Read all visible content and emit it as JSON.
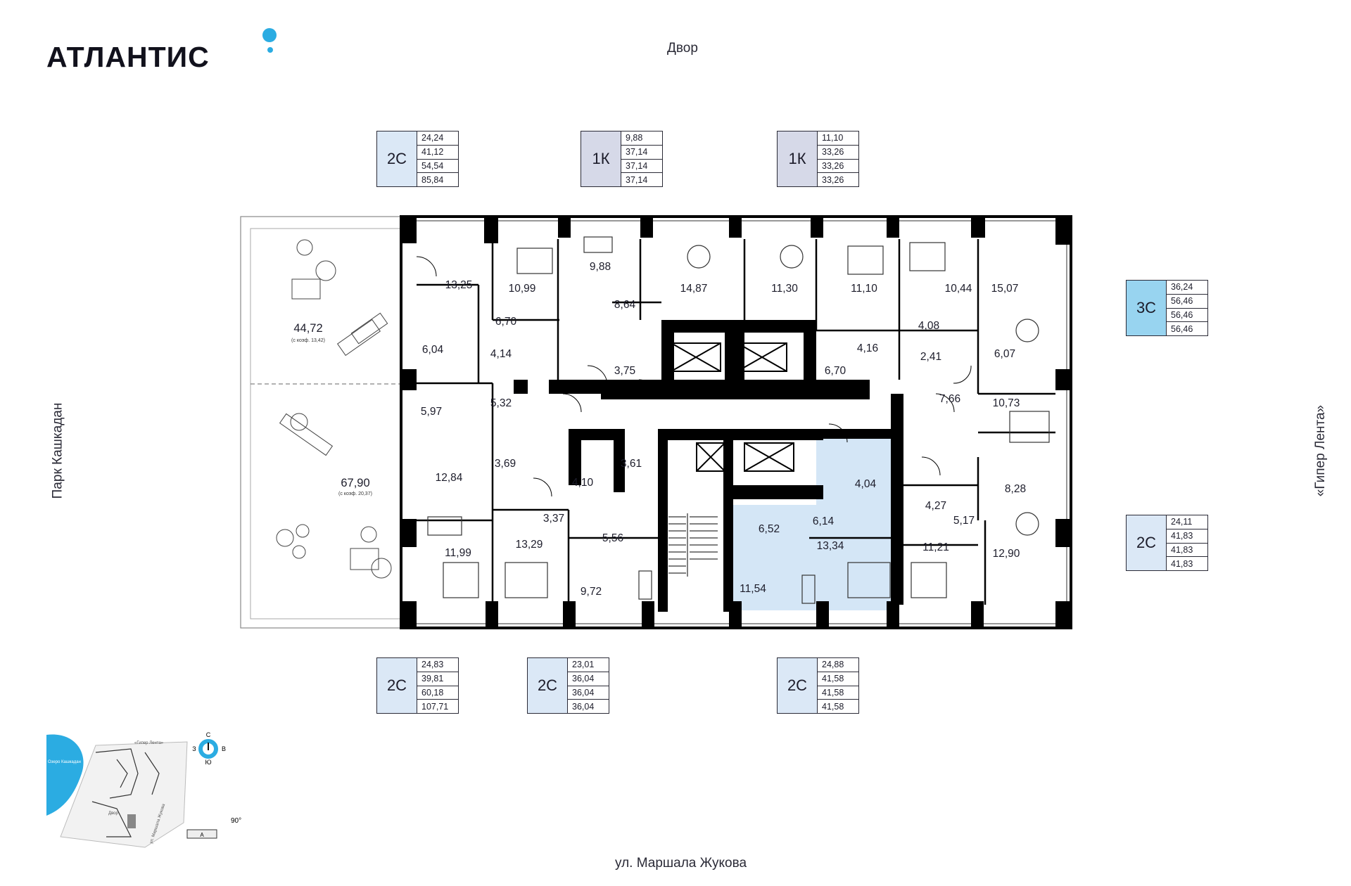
{
  "brand": {
    "name": "АТЛАНТИС"
  },
  "streets": {
    "top": "Двор",
    "bottom": "ул. Маршала Жукова",
    "left": "Парк Кашкадан",
    "right": "«Гипер Лента»"
  },
  "apartment_cards": [
    {
      "code": "2С",
      "values": [
        "24,24",
        "41,12",
        "54,54",
        "85,84"
      ],
      "color": "c2"
    },
    {
      "code": "1К",
      "values": [
        "9,88",
        "37,14",
        "37,14",
        "37,14"
      ],
      "color": "c1"
    },
    {
      "code": "1К",
      "values": [
        "11,10",
        "33,26",
        "33,26",
        "33,26"
      ],
      "color": "c1"
    },
    {
      "code": "3С",
      "values": [
        "36,24",
        "56,46",
        "56,46",
        "56,46"
      ],
      "color": "c3"
    },
    {
      "code": "2С",
      "values": [
        "24,11",
        "41,83",
        "41,83",
        "41,83"
      ],
      "color": "c2"
    },
    {
      "code": "2С",
      "values": [
        "24,83",
        "39,81",
        "60,18",
        "107,71"
      ],
      "color": "c2"
    },
    {
      "code": "2С",
      "values": [
        "23,01",
        "36,04",
        "36,04",
        "36,04"
      ],
      "color": "c2"
    },
    {
      "code": "2С",
      "values": [
        "24,88",
        "41,58",
        "41,58",
        "41,58"
      ],
      "color": "c2"
    }
  ],
  "terraces": [
    {
      "area": "44,72",
      "note": "(с коэф. 13,42)"
    },
    {
      "area": "67,90",
      "note": "(с коэф. 20,37)"
    }
  ],
  "rooms": [
    "13,25",
    "10,99",
    "9,88",
    "8,64",
    "14,87",
    "11,30",
    "11,10",
    "10,44",
    "15,07",
    "6,70",
    "6,04",
    "4,14",
    "3,75",
    "6,70",
    "4,16",
    "4,08",
    "2,41",
    "6,07",
    "5,97",
    "5,32",
    "7,66",
    "10,73",
    "3,69",
    "3,61",
    "4,10",
    "4,04",
    "4,27",
    "8,28",
    "12,84",
    "3,37",
    "6,52",
    "6,14",
    "5,17",
    "5,56",
    "11,99",
    "13,29",
    "13,34",
    "11,21",
    "12,90",
    "9,72",
    "11,54"
  ],
  "minimap": {
    "lake": "Озеро Кашкадан",
    "road_top": "«Гипер Лента»",
    "road_side": "ул. Маршала Жукова",
    "yard": "Двор",
    "compass": {
      "n": "С",
      "s": "Ю",
      "w": "З",
      "e": "В"
    },
    "rotation": "90°",
    "section": "А"
  },
  "colors": {
    "accent": "#2bace2",
    "wall": "#000000",
    "highlight": "#d4e6f6"
  }
}
